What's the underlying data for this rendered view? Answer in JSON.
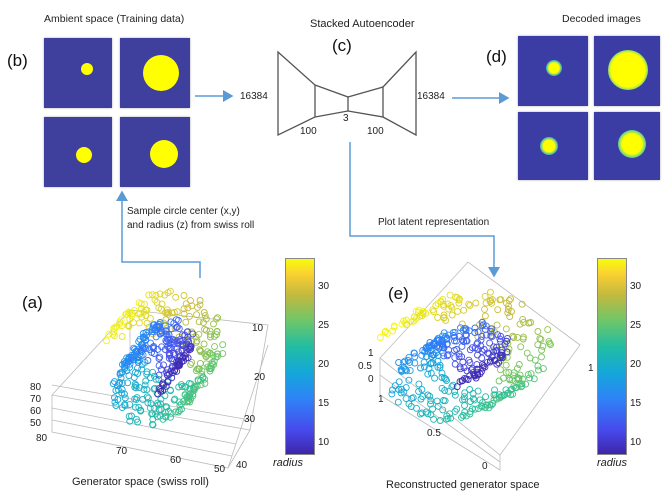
{
  "panel_labels": {
    "a": "(a)",
    "b": "(b)",
    "c": "(c)",
    "d": "(d)",
    "e": "(e)"
  },
  "titles": {
    "ambient": "Ambient space (Training data)",
    "autoencoder": "Stacked Autoencoder",
    "decoded": "Decoded images",
    "generator": "Generator space (swiss roll)",
    "reconstructed": "Reconstructed generator space"
  },
  "annotations": {
    "sample_line1": "Sample circle center (x,y)",
    "sample_line2": "and radius (z) from swiss roll",
    "plot_latent": "Plot latent representation"
  },
  "autoencoder": {
    "input_size": "16384",
    "output_size": "16384",
    "enc_hidden": "100",
    "bottleneck": "3",
    "dec_hidden": "100"
  },
  "plot_a": {
    "z_ticks": [
      "80",
      "70",
      "60",
      "50"
    ],
    "x_ticks": [
      "80",
      "70",
      "60",
      "50"
    ],
    "y_ticks": [
      "10",
      "20",
      "30",
      "40"
    ]
  },
  "plot_e": {
    "z_ticks": [
      "1",
      "0.5",
      "0"
    ],
    "x_ticks": [
      "1",
      "0.5",
      "0"
    ],
    "y_tick_right": "1"
  },
  "colorbar": {
    "ticks": [
      "30",
      "25",
      "20",
      "15",
      "10"
    ],
    "label": "radius"
  },
  "colors": {
    "tile_bg": "#3f3f9e",
    "disk": "#ffff00",
    "arrow": "#5b9bd5"
  }
}
